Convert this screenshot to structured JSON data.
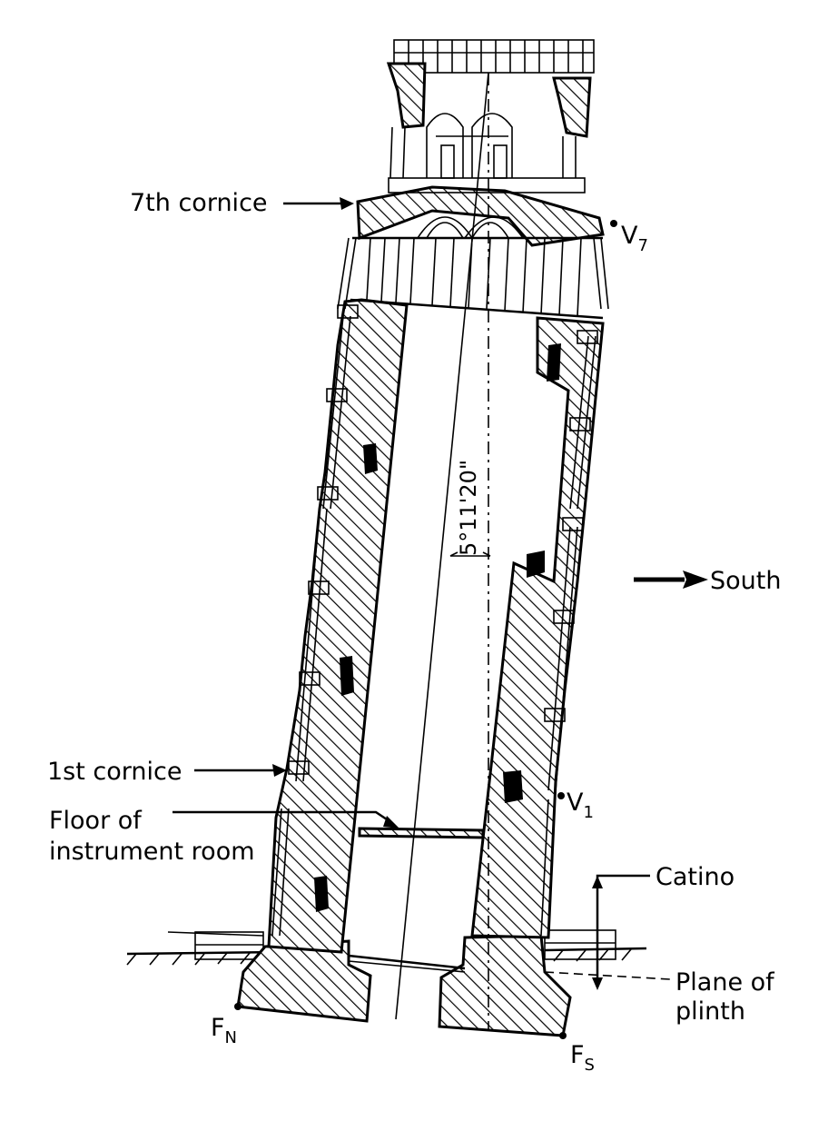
{
  "labels": {
    "seventh_cornice": "7th cornice",
    "first_cornice": "1st cornice",
    "floor_line1": "Floor of",
    "floor_line2": "instrument room",
    "catino": "Catino",
    "plinth_line1": "Plane of",
    "plinth_line2": "plinth",
    "south": "South",
    "angle": "5°11'20\""
  },
  "points": {
    "v7": {
      "main": "V",
      "sub": "7"
    },
    "v1": {
      "main": "V",
      "sub": "1"
    },
    "fn": {
      "main": "F",
      "sub": "N"
    },
    "fs": {
      "main": "F",
      "sub": "S"
    }
  },
  "colors": {
    "ink": "#000000",
    "paper": "#ffffff"
  }
}
